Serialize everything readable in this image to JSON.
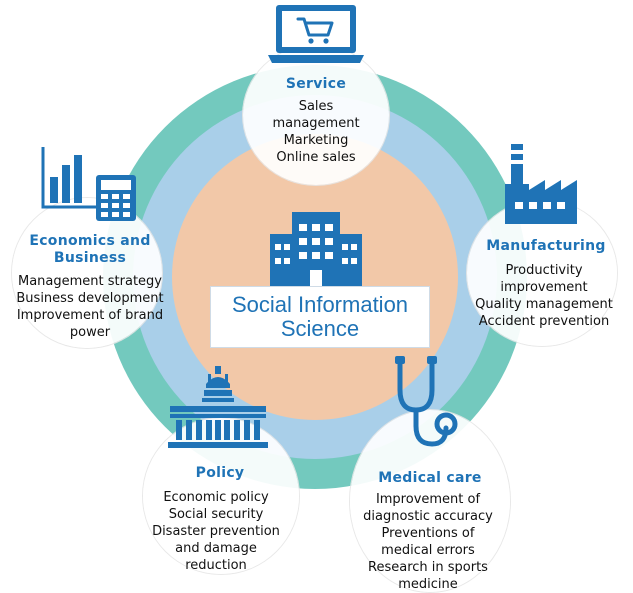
{
  "center": {
    "line1": "Social Information",
    "line2": "Science"
  },
  "segments": {
    "service": {
      "title": "Service",
      "items": [
        "Sales",
        "management",
        "Marketing",
        "Online sales"
      ]
    },
    "economics": {
      "title_line1": "Economics and",
      "title_line2": "Business",
      "items": [
        "Management strategy",
        "Business development",
        "Improvement of brand",
        "power"
      ]
    },
    "manufacturing": {
      "title": "Manufacturing",
      "items": [
        "Productivity",
        "improvement",
        "Quality management",
        "Accident prevention"
      ]
    },
    "policy": {
      "title": "Policy",
      "items": [
        "Economic policy",
        "Social security",
        "Disaster prevention",
        "and damage",
        "reduction"
      ]
    },
    "medical": {
      "title": "Medical care",
      "items": [
        "Improvement of",
        "diagnostic accuracy",
        "Preventions of",
        "medical errors",
        "Research in sports",
        "medicine"
      ]
    }
  },
  "colors": {
    "outer_ring": "#73c9be",
    "middle_ring": "#a9cfe9",
    "inner_circle": "#f2c8a8",
    "accent_blue": "#1f73b6",
    "text": "#111111"
  },
  "icons": {
    "service": "shopping-cart-laptop-icon",
    "economics": "bar-chart-calculator-icon",
    "manufacturing": "factory-icon",
    "policy": "parliament-building-icon",
    "medical": "stethoscope-icon",
    "center": "office-building-icon"
  }
}
